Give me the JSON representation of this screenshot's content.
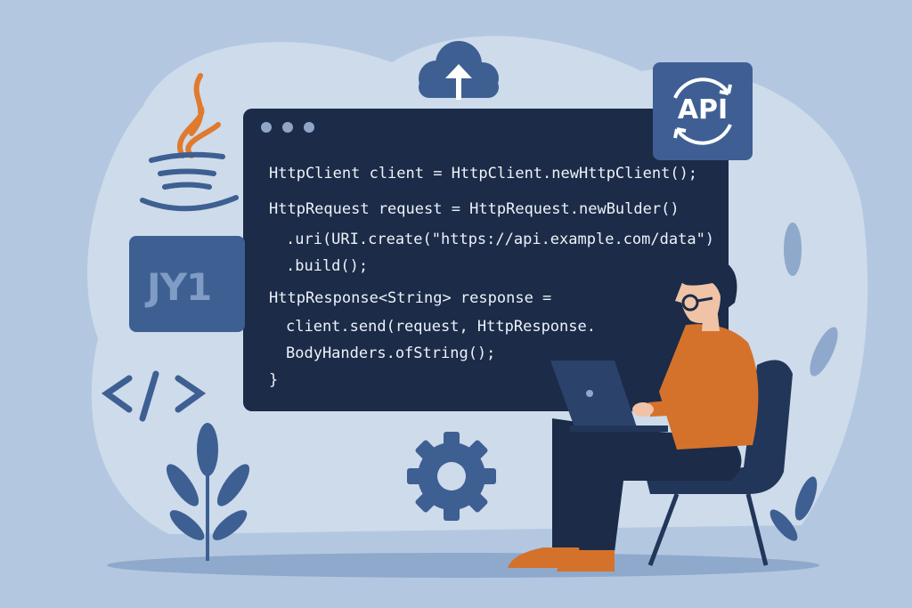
{
  "colors": {
    "background": "#b3c8e0",
    "blob": "#cddbeb",
    "code_bg": "#1b2b48",
    "accent_blue": "#3f5f94",
    "java_orange": "#e07a2e",
    "shirt": "#d4722c"
  },
  "api_badge": {
    "label": "API",
    "icon": "refresh-arrows-icon"
  },
  "logo_badge": {
    "label": "JY1"
  },
  "code": {
    "lines": [
      "HttpClient client = HttpClient.newHttpClient();",
      "HttpRequest request = HttpRequest.newBulder()",
      ".uri(URI.create(\"https://api.example.com/data\")",
      ".build();",
      "HttpResponse<String> response =",
      "client.send(request, HttpResponse.",
      "BodyHanders.ofString();",
      "}"
    ]
  },
  "icons": [
    "cloud-upload-icon",
    "java-logo-icon",
    "code-tag-icon",
    "gear-icon",
    "plant-icon",
    "person-with-laptop"
  ]
}
